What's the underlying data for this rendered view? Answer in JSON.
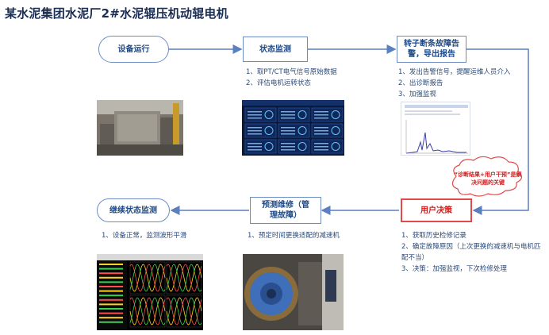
{
  "title": "某水泥集团水泥厂2#水泥辊压机动辊电机",
  "nodes": {
    "equipment_running": "设备运行",
    "status_monitoring": "状态监测",
    "rotor_fault_alarm": "转子断条故障告警，导出报告",
    "user_decision": "用户决策",
    "predictive_maintenance": "预测维修（管理故障）",
    "continue_monitoring": "继续状态监测"
  },
  "notes": {
    "status_monitoring": [
      "1、取PT/CT电气信号原始数据",
      "2、评估电机运转状态"
    ],
    "rotor_fault_alarm": [
      "1、发出告警信号，提醒运维人员介入",
      "2、出诊断报告",
      "3、加强监视"
    ],
    "user_decision": [
      "1、获取历史检修记录",
      "2、确定故障原因（上次更换的减速机与电机匹配不当）",
      "3、决策：加强监视，下次检修处理"
    ],
    "predictive_maintenance": [
      "1、预定时间更换适配的减速机"
    ],
    "continue_monitoring": [
      "1、设备正常，监测波形平滑"
    ]
  },
  "cloud_callout": "“诊断结果+用户干预”是解决问题的关键",
  "colors": {
    "node_border": "#6d8dc2",
    "arrow": "#5b7fbf",
    "highlight": "#e24a4a",
    "text": "#1f4a87"
  }
}
